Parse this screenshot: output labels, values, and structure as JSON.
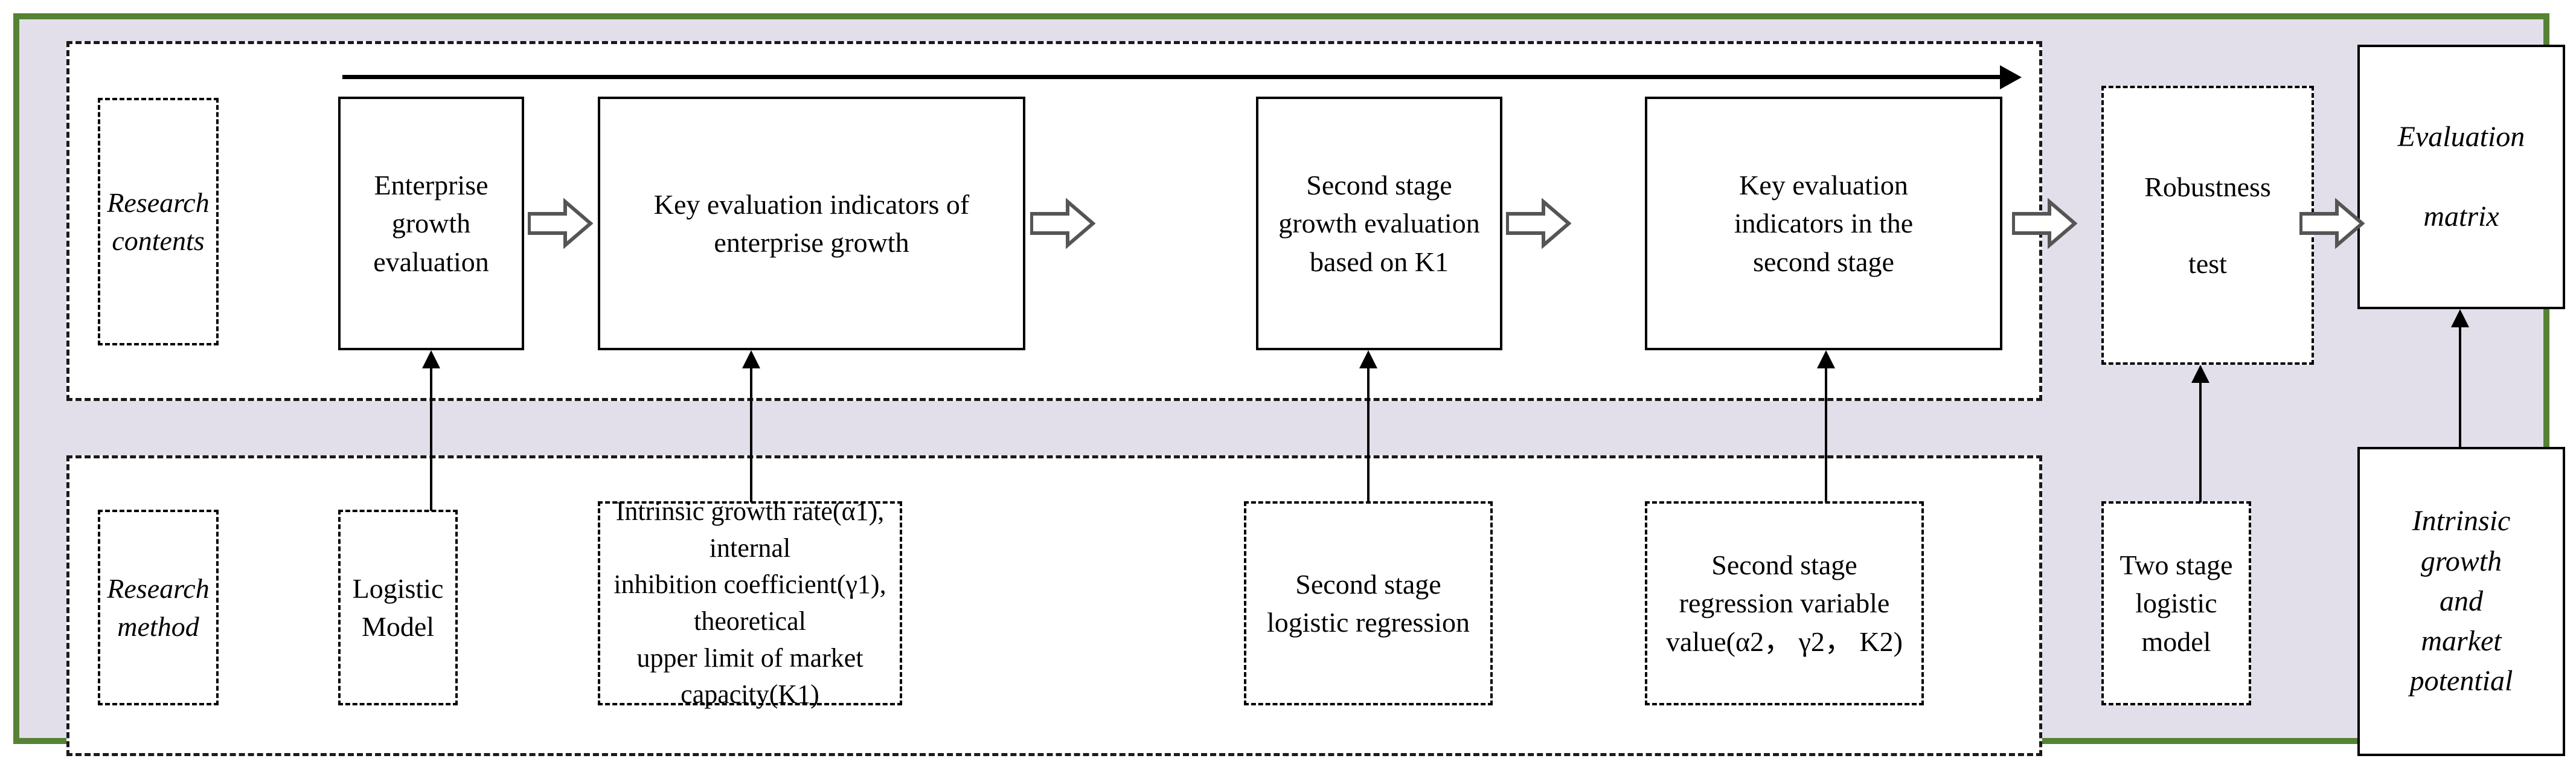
{
  "figure": {
    "frame_color": "#558234",
    "panel_color": "#e2dfea",
    "node_fill": "#ffffff",
    "line_color": "#000000"
  },
  "rows": {
    "contents": {
      "label": "Research contents",
      "label_line1": "Research",
      "label_line2": "contents",
      "nodes": [
        {
          "id": "enterprise-growth-evaluation",
          "lines": [
            "Enterprise",
            "growth",
            "evaluation"
          ]
        },
        {
          "id": "key-evaluation-indicators-of-enterprise-growth",
          "lines": [
            "Key evaluation indicators of",
            "enterprise growth"
          ]
        },
        {
          "id": "second-stage-growth-evaluation-based-on-k1",
          "lines": [
            "Second stage",
            "growth evaluation",
            "based on K1"
          ]
        },
        {
          "id": "key-evaluation-indicators-in-the-second-stage",
          "lines": [
            "Key evaluation",
            "indicators in the",
            "second stage"
          ]
        },
        {
          "id": "robustness-test",
          "lines": [
            "Robustness",
            "test"
          ]
        },
        {
          "id": "evaluation-matrix",
          "lines": [
            "Evaluation",
            "matrix"
          ]
        }
      ]
    },
    "method": {
      "label": "Research method",
      "label_line1": "Research",
      "label_line2": "method",
      "nodes": [
        {
          "id": "logistic-model",
          "lines": [
            "Logistic",
            "Model"
          ]
        },
        {
          "id": "intrinsic-growth-rate-parameters",
          "lines": [
            "Intrinsic growth rate(α1), internal",
            "inhibition coefficient(γ1), theoretical",
            "upper limit of market capacity(K1)"
          ]
        },
        {
          "id": "second-stage-logistic-regression",
          "lines": [
            "Second stage",
            "logistic regression"
          ]
        },
        {
          "id": "second-stage-regression-variable-value",
          "lines": [
            "Second stage",
            "regression variable",
            "value(α2， γ2， K2)"
          ]
        },
        {
          "id": "two-stage-logistic-model",
          "lines": [
            "Two stage",
            "logistic",
            "model"
          ]
        },
        {
          "id": "intrinsic-growth-and-market-potential",
          "lines": [
            "Intrinsic",
            "growth",
            "and",
            "market",
            "potential"
          ]
        }
      ]
    }
  },
  "connectors": {
    "feedback_arrow": "long-horizontal-feedback-arrow",
    "block_arrows": 5,
    "vertical_arrows": 6
  }
}
